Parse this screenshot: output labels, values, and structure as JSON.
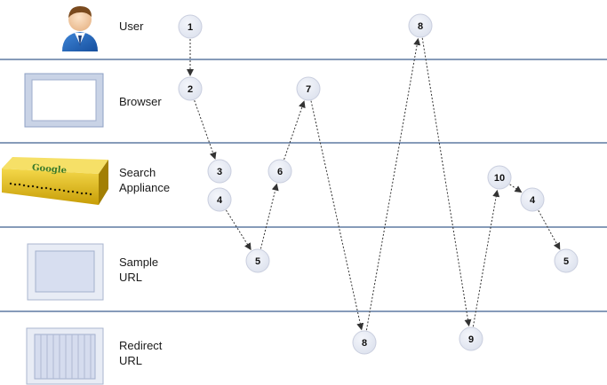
{
  "lanes": [
    {
      "id": "user",
      "lines": [
        "User"
      ],
      "icon": "user-icon"
    },
    {
      "id": "browser",
      "lines": [
        "Browser"
      ],
      "icon": "browser-window-icon"
    },
    {
      "id": "search-appliance",
      "lines": [
        "Search",
        "Appliance"
      ],
      "icon": "google-search-appliance-icon",
      "icon_text": "Google"
    },
    {
      "id": "sample-url",
      "lines": [
        "Sample",
        "URL"
      ],
      "icon": "page-icon"
    },
    {
      "id": "redirect-url",
      "lines": [
        "Redirect",
        "URL"
      ],
      "icon": "striped-page-icon"
    }
  ],
  "steps": [
    {
      "id": "s1",
      "label": "1"
    },
    {
      "id": "s2",
      "label": "2"
    },
    {
      "id": "s3",
      "label": "3"
    },
    {
      "id": "s4a",
      "label": "4"
    },
    {
      "id": "s5a",
      "label": "5"
    },
    {
      "id": "s6",
      "label": "6"
    },
    {
      "id": "s7",
      "label": "7"
    },
    {
      "id": "s8a",
      "label": "8"
    },
    {
      "id": "s8b",
      "label": "8"
    },
    {
      "id": "s9",
      "label": "9"
    },
    {
      "id": "s10",
      "label": "10"
    },
    {
      "id": "s4b",
      "label": "4"
    },
    {
      "id": "s5b",
      "label": "5"
    }
  ],
  "arrows": [
    {
      "from": "s1",
      "to": "s2"
    },
    {
      "from": "s2",
      "to": "s3"
    },
    {
      "from": "s4a",
      "to": "s5a"
    },
    {
      "from": "s5a",
      "to": "s6"
    },
    {
      "from": "s6",
      "to": "s7"
    },
    {
      "from": "s7",
      "to": "s8a"
    },
    {
      "from": "s8a",
      "to": "s8b"
    },
    {
      "from": "s8b",
      "to": "s9"
    },
    {
      "from": "s9",
      "to": "s10"
    },
    {
      "from": "s10",
      "to": "s4b"
    },
    {
      "from": "s4b",
      "to": "s5b"
    }
  ],
  "colors": {
    "lane_line": "#3d5f8f",
    "step_fill": "#e6e9f2",
    "step_stroke": "#c9cede",
    "arrow": "#333333",
    "appliance_gold": "#e6c11a"
  }
}
